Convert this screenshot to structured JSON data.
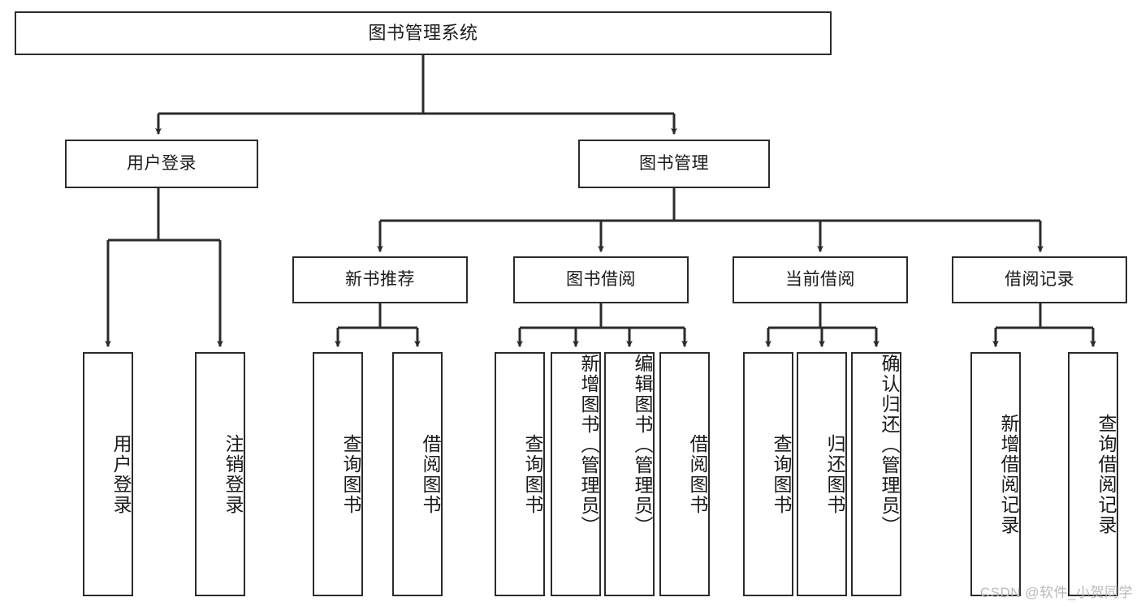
{
  "diagram": {
    "type": "tree-hierarchy-chart",
    "title_text": "图书管理系统",
    "line_color": "#2b2b2b",
    "box_fill": "#ffffff",
    "text_color": "#1a1a1a",
    "watermark": "CSDN @软件_小贺同学",
    "levels": {
      "level1": {
        "nodes": [
          {
            "id": "root",
            "label": "图书管理系统",
            "orientation": "horizontal"
          }
        ]
      },
      "level2": {
        "nodes": [
          {
            "id": "user-login",
            "label": "用户登录",
            "orientation": "horizontal"
          },
          {
            "id": "book-manage",
            "label": "图书管理",
            "orientation": "horizontal"
          }
        ]
      },
      "level3": {
        "nodes": [
          {
            "id": "new-book-rec",
            "label": "新书推荐",
            "orientation": "horizontal"
          },
          {
            "id": "book-borrow",
            "label": "图书借阅",
            "orientation": "horizontal"
          },
          {
            "id": "current-borrow",
            "label": "当前借阅",
            "orientation": "horizontal"
          },
          {
            "id": "borrow-record",
            "label": "借阅记录",
            "orientation": "horizontal"
          }
        ]
      },
      "level4": {
        "nodes": [
          {
            "id": "leaf-user-login",
            "label": "用户登录",
            "orientation": "vertical",
            "align": "center",
            "parent": "user-login"
          },
          {
            "id": "leaf-logout",
            "label": "注销登录",
            "orientation": "vertical",
            "align": "center",
            "parent": "user-login"
          },
          {
            "id": "leaf-query-book-1",
            "label": "查询图书",
            "orientation": "vertical",
            "align": "center",
            "parent": "new-book-rec"
          },
          {
            "id": "leaf-borrow-book-1",
            "label": "借阅图书",
            "orientation": "vertical",
            "align": "center",
            "parent": "new-book-rec"
          },
          {
            "id": "leaf-query-book-2",
            "label": "查询图书",
            "orientation": "vertical",
            "align": "center",
            "parent": "book-borrow"
          },
          {
            "id": "leaf-add-book",
            "label": "新增图书（管理员）",
            "orientation": "vertical",
            "align": "top",
            "parent": "book-borrow"
          },
          {
            "id": "leaf-edit-book",
            "label": "编辑图书（管理员）",
            "orientation": "vertical",
            "align": "top",
            "parent": "book-borrow"
          },
          {
            "id": "leaf-borrow-book-2",
            "label": "借阅图书",
            "orientation": "vertical",
            "align": "center",
            "parent": "book-borrow"
          },
          {
            "id": "leaf-query-book-3",
            "label": "查询图书",
            "orientation": "vertical",
            "align": "center",
            "parent": "current-borrow"
          },
          {
            "id": "leaf-return-book",
            "label": "归还图书",
            "orientation": "vertical",
            "align": "center",
            "parent": "current-borrow"
          },
          {
            "id": "leaf-confirm-return",
            "label": "确认归还（管理员）",
            "orientation": "vertical",
            "align": "top",
            "parent": "current-borrow"
          },
          {
            "id": "leaf-add-record",
            "label": "新增借阅记录",
            "orientation": "vertical",
            "align": "center",
            "parent": "borrow-record"
          },
          {
            "id": "leaf-query-record",
            "label": "查询借阅记录",
            "orientation": "vertical",
            "align": "center",
            "parent": "borrow-record"
          }
        ]
      }
    }
  }
}
